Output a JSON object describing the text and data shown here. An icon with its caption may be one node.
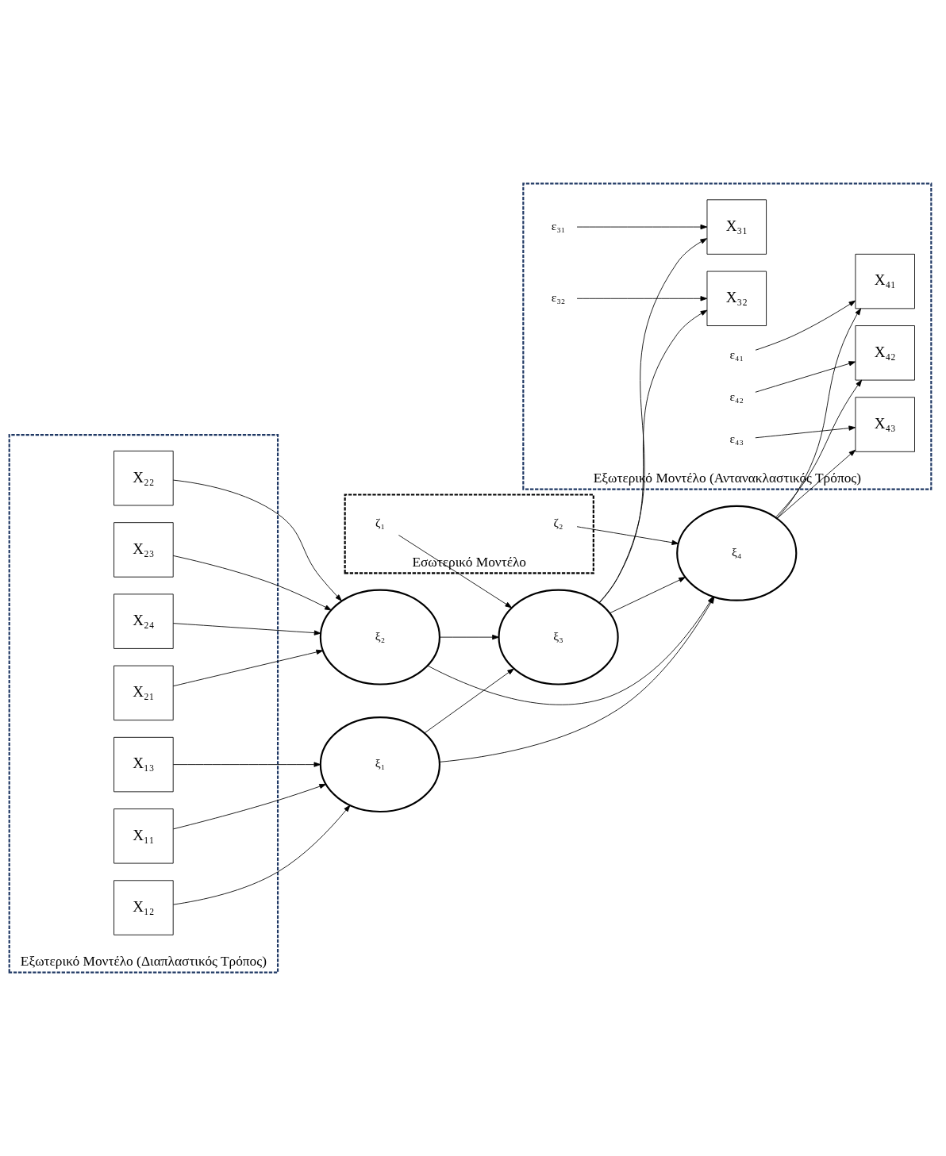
{
  "diagram": {
    "nodes": [
      {
        "text": [
          "Εξωτερικό Μοντέλο (Διαπλαστικός Τρόπος)"
        ]
      },
      {
        "text": [
          "Εσωτερικό Μοντέλο"
        ]
      },
      {
        "text": [
          "Εξωτερικό Μοντέλο (Αντανακλαστικός Τρόπος)"
        ]
      },
      {
        "text": [
          "X₁₁"
        ],
        "in": 0
      },
      {
        "text": [
          "X₁₂"
        ],
        "in": 0
      },
      {
        "text": [
          "X₁₃"
        ],
        "in": 0
      },
      {
        "text": [
          "X₂₁"
        ],
        "in": 0
      },
      {
        "text": [
          "X₂₂"
        ],
        "in": 0
      },
      {
        "text": [
          "X₂₃"
        ],
        "in": 0
      },
      {
        "text": [
          "X₂₄"
        ],
        "in": 0
      },
      {
        "text": [
          "ξ₁"
        ]
      },
      {
        "text": [
          "ξ₂"
        ]
      },
      {
        "text": [
          "ξ₃"
        ]
      },
      {
        "text": [
          "ξ₄"
        ]
      },
      {
        "text": [
          "ζ₁"
        ],
        "in": 1
      },
      {
        "text": [
          "ζ₂"
        ],
        "in": 1
      },
      {
        "text": [
          "X₃₁"
        ],
        "in": 2
      },
      {
        "text": [
          "X₃₂"
        ],
        "in": 2
      },
      {
        "text": [
          "X₄₁"
        ],
        "in": 2
      },
      {
        "text": [
          "X₄₂"
        ],
        "in": 2
      },
      {
        "text": [
          "X₄₃"
        ],
        "in": 2
      },
      {
        "text": [
          "ε₃₁"
        ],
        "in": 2
      },
      {
        "text": [
          "ε₃₂"
        ],
        "in": 2
      },
      {
        "text": [
          "ε₄₁"
        ],
        "in": 2
      },
      {
        "text": [
          "ε₄₂"
        ],
        "in": 2
      },
      {
        "text": [
          "ε₄₃"
        ],
        "in": 2
      }
    ],
    "edges": [
      {
        "from": 3,
        "to": 10,
        "arrow": "to"
      },
      {
        "from": 4,
        "to": 10,
        "arrow": "to"
      },
      {
        "from": 5,
        "to": 10,
        "arrow": "to"
      },
      {
        "from": 6,
        "to": 11,
        "arrow": "to"
      },
      {
        "from": 7,
        "to": 11,
        "arrow": "to"
      },
      {
        "from": 8,
        "to": 11,
        "arrow": "to"
      },
      {
        "from": 9,
        "to": 11,
        "arrow": "to"
      },
      {
        "from": 10,
        "to": 12,
        "arrow": "to"
      },
      {
        "from": 10,
        "to": 13,
        "arrow": "to"
      },
      {
        "from": 11,
        "to": 12,
        "arrow": "to"
      },
      {
        "from": 11,
        "to": 13,
        "arrow": "to"
      },
      {
        "from": 12,
        "to": 13,
        "arrow": "to"
      },
      {
        "from": 14,
        "to": 12,
        "arrow": "to"
      },
      {
        "from": 15,
        "to": 13,
        "arrow": "to"
      },
      {
        "from": 12,
        "to": 16,
        "arrow": "to"
      },
      {
        "from": 12,
        "to": 17,
        "arrow": "to"
      },
      {
        "from": 13,
        "to": 18,
        "arrow": "to"
      },
      {
        "from": 13,
        "to": 19,
        "arrow": "to"
      },
      {
        "from": 13,
        "to": 20,
        "arrow": "to"
      },
      {
        "from": 21,
        "to": 16,
        "arrow": "to"
      },
      {
        "from": 22,
        "to": 17,
        "arrow": "to"
      },
      {
        "from": 23,
        "to": 18,
        "arrow": "to"
      },
      {
        "from": 24,
        "to": 19,
        "arrow": "to"
      },
      {
        "from": 25,
        "to": 20,
        "arrow": "to"
      }
    ]
  }
}
